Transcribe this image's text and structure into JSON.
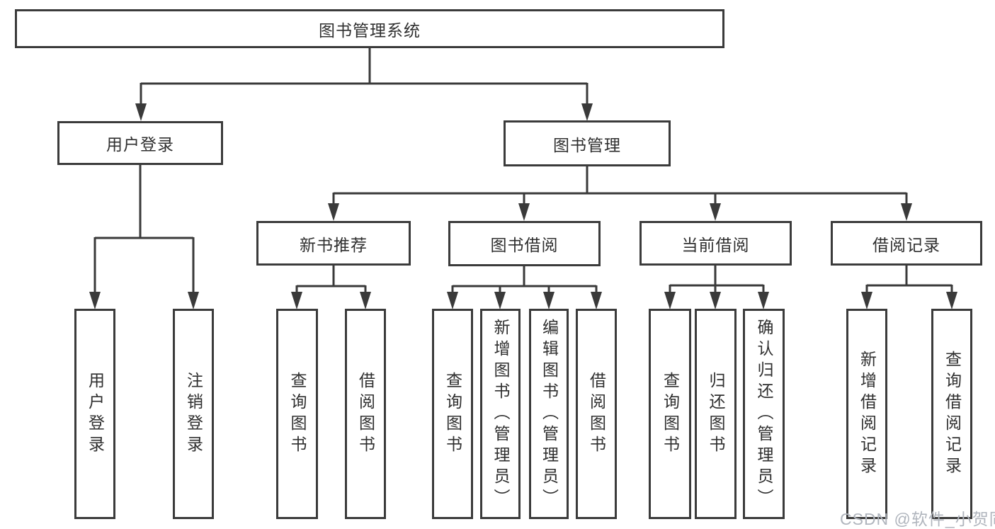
{
  "tree": {
    "label": "图书管理系统",
    "children": [
      {
        "label": "用户登录",
        "children": [
          {
            "label": "用户登录"
          },
          {
            "label": "注销登录"
          }
        ]
      },
      {
        "label": "图书管理",
        "children": [
          {
            "label": "新书推荐",
            "children": [
              {
                "label": "查询图书"
              },
              {
                "label": "借阅图书"
              }
            ]
          },
          {
            "label": "图书借阅",
            "children": [
              {
                "label": "查询图书"
              },
              {
                "label": "新增图书（管理员）"
              },
              {
                "label": "编辑图书（管理员）"
              },
              {
                "label": "借阅图书"
              }
            ]
          },
          {
            "label": "当前借阅",
            "children": [
              {
                "label": "查询图书"
              },
              {
                "label": "归还图书"
              },
              {
                "label": "确认归还（管理员）"
              }
            ]
          },
          {
            "label": "借阅记录",
            "children": [
              {
                "label": "新增借阅记录"
              },
              {
                "label": "查询借阅记录"
              }
            ]
          }
        ]
      }
    ]
  },
  "watermark": {
    "text": "CSDN @软件_小贺同学"
  },
  "colors": {
    "line": "#3a3a3a",
    "border": "#3b3b3b",
    "text": "#2f2f2f",
    "watermark": "#b0b5bd",
    "background": "#ffffff"
  }
}
